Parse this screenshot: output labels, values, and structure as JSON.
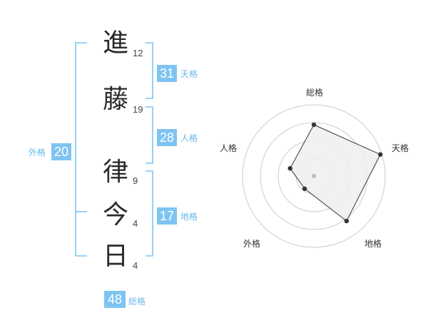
{
  "name": {
    "chars": [
      {
        "char": "進",
        "strokes": "12"
      },
      {
        "char": "藤",
        "strokes": "19"
      },
      {
        "char": "律",
        "strokes": "9"
      },
      {
        "char": "今",
        "strokes": "4"
      },
      {
        "char": "日",
        "strokes": "4"
      }
    ]
  },
  "scores": {
    "tenkaku": {
      "value": "31",
      "label": "天格"
    },
    "jinkaku": {
      "value": "28",
      "label": "人格"
    },
    "chikaku": {
      "value": "17",
      "label": "地格"
    },
    "gaikaku": {
      "value": "20",
      "label": "外格"
    },
    "soukaku": {
      "value": "48",
      "label": "総格"
    }
  },
  "chart_data": {
    "type": "radar",
    "axes": [
      "総格",
      "天格",
      "地格",
      "外格",
      "人格"
    ],
    "values": [
      0.72,
      0.98,
      0.78,
      0.22,
      0.35
    ],
    "range": [
      0,
      1
    ],
    "rings": 4,
    "colors": {
      "fill": "#eeeeee",
      "line": "#333333",
      "ring": "#cccccc",
      "center": "#bbbbbb"
    }
  },
  "colors": {
    "accent": "#7ec4f2",
    "bracket": "#7ec4f2"
  }
}
